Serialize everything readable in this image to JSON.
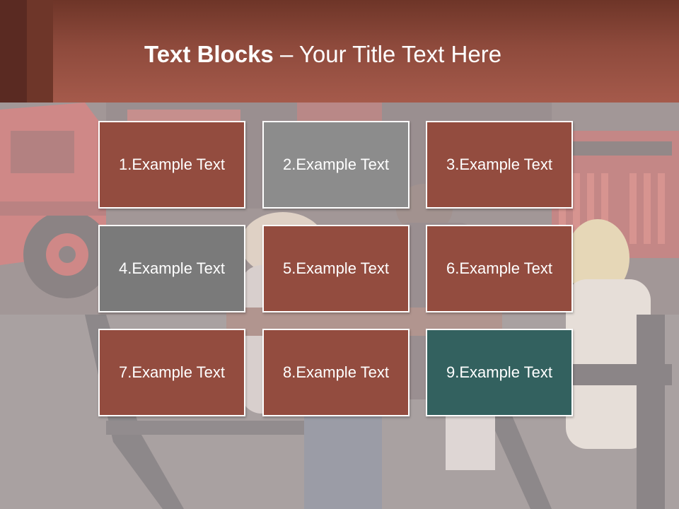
{
  "slide": {
    "title_bold": "Text Blocks",
    "title_separator": " – ",
    "title_rest": "Your Title Text Here"
  },
  "colors": {
    "header": "#9a5244",
    "brown_block": "#934c3f",
    "gray_light": "#8c8c8c",
    "gray_dark": "#7a7a7a",
    "teal_block": "#33615f",
    "border": "#ffffff"
  },
  "blocks": [
    {
      "label": "1.Example Text",
      "color": "#934c3f"
    },
    {
      "label": "2.Example Text",
      "color": "#8c8c8c"
    },
    {
      "label": "3.Example Text",
      "color": "#934c3f"
    },
    {
      "label": "4.Example Text",
      "color": "#7a7a7a"
    },
    {
      "label": "5.Example Text",
      "color": "#934c3f"
    },
    {
      "label": "6.Example Text",
      "color": "#934c3f"
    },
    {
      "label": "7.Example Text",
      "color": "#934c3f"
    },
    {
      "label": "8.Example Text",
      "color": "#934c3f"
    },
    {
      "label": "9.Example Text",
      "color": "#33615f"
    }
  ]
}
